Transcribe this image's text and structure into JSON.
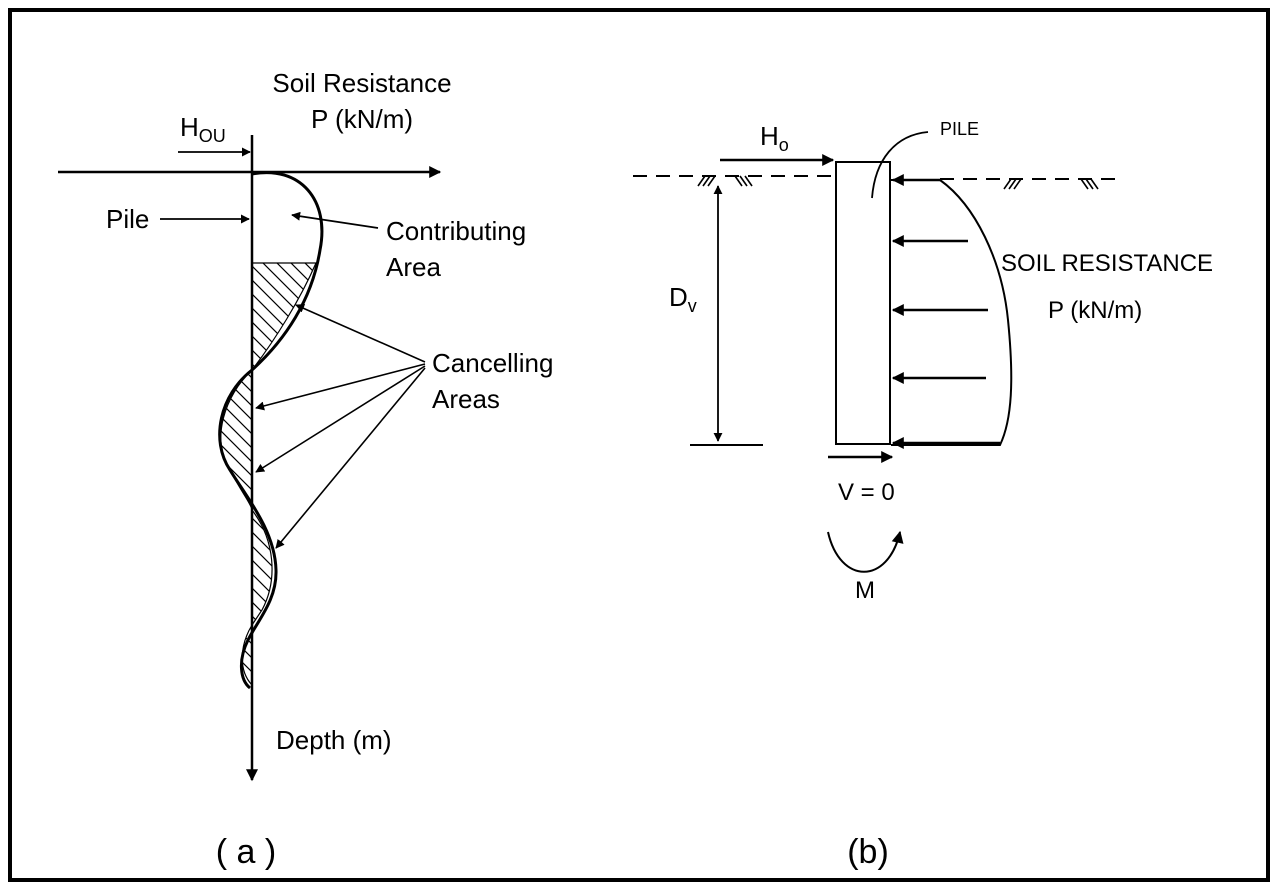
{
  "panel_a": {
    "soil_resistance": "Soil Resistance",
    "soil_units": "P (kN/m)",
    "hou_main": "H",
    "hou_sub": "OU",
    "pile": "Pile",
    "contributing_line1": "Contributing",
    "contributing_line2": "Area",
    "cancelling_line1": "Cancelling",
    "cancelling_line2": "Areas",
    "depth": "Depth (m)",
    "caption": "( a )"
  },
  "panel_b": {
    "ho_main": "H",
    "ho_sub": "o",
    "pile": "PILE",
    "dv_main": "D",
    "dv_sub": "v",
    "soil_resistance": "SOIL RESISTANCE",
    "soil_units": "P (kN/m)",
    "shear": "V = 0",
    "moment": "M",
    "caption": "(b)"
  },
  "colors": {
    "ink": "#000000",
    "paper": "#ffffff"
  }
}
